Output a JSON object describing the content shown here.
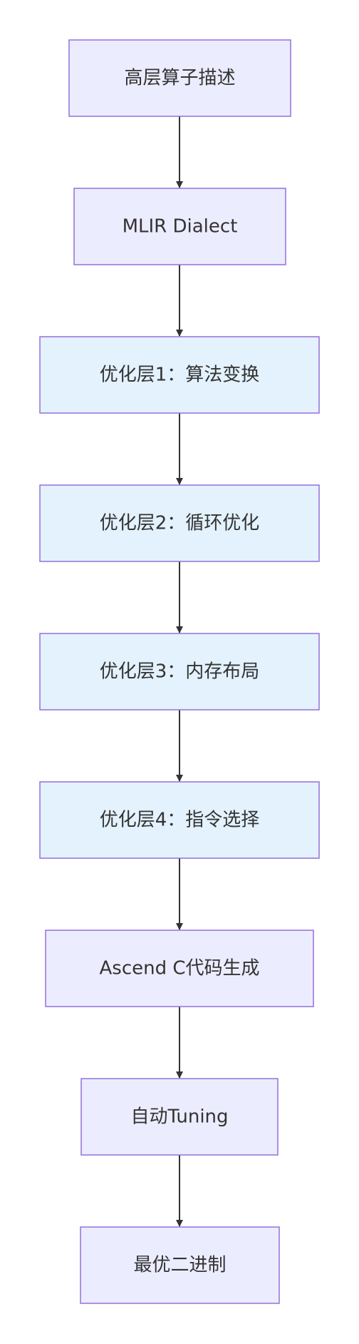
{
  "nodes": [
    {
      "id": "n1",
      "label": "高层算子描述",
      "style": "default"
    },
    {
      "id": "n2",
      "label": "MLIR Dialect",
      "style": "default"
    },
    {
      "id": "n3",
      "label": "优化层1：算法变换",
      "style": "optimization"
    },
    {
      "id": "n4",
      "label": "优化层2：循环优化",
      "style": "optimization"
    },
    {
      "id": "n5",
      "label": "优化层3：内存布局",
      "style": "optimization"
    },
    {
      "id": "n6",
      "label": "优化层4：指令选择",
      "style": "optimization"
    },
    {
      "id": "n7",
      "label": "Ascend C代码生成",
      "style": "default"
    },
    {
      "id": "n8",
      "label": "自动Tuning",
      "style": "default"
    },
    {
      "id": "n9",
      "label": "最优二进制",
      "style": "default"
    }
  ],
  "edges": [
    {
      "from": "n1",
      "to": "n2"
    },
    {
      "from": "n2",
      "to": "n3"
    },
    {
      "from": "n3",
      "to": "n4"
    },
    {
      "from": "n4",
      "to": "n5"
    },
    {
      "from": "n5",
      "to": "n6"
    },
    {
      "from": "n6",
      "to": "n7"
    },
    {
      "from": "n7",
      "to": "n8"
    },
    {
      "from": "n8",
      "to": "n9"
    }
  ],
  "colors": {
    "default_fill": "#ececff",
    "default_stroke": "#9370db",
    "optimization_fill": "#e3f2fd",
    "optimization_stroke": "#9370db",
    "edge": "#333333",
    "text": "#333333"
  }
}
